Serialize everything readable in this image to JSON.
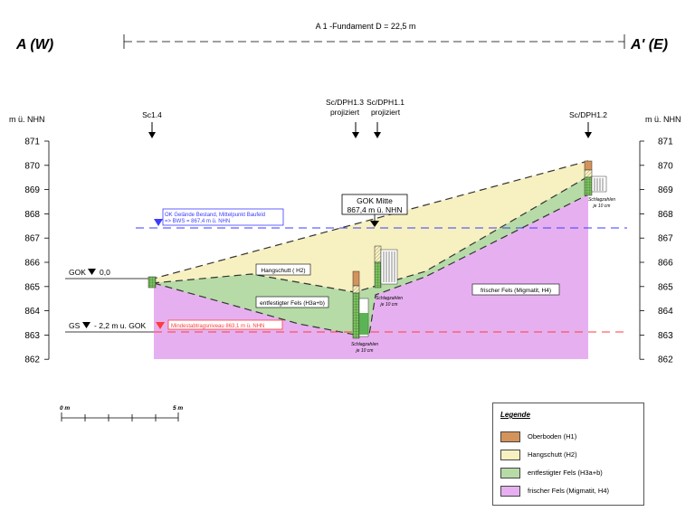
{
  "header": {
    "left_label": "A (W)",
    "right_label": "A' (E)",
    "section_title": "A 1 -Fundament D = 22,5 m"
  },
  "axis": {
    "unit_left": "m ü. NHN",
    "unit_right": "m ü. NHN",
    "ticks": [
      "871",
      "870",
      "869",
      "868",
      "867",
      "866",
      "865",
      "864",
      "863",
      "862"
    ]
  },
  "boreholes": {
    "sc14": "Sc1.4",
    "dph13_l1": "Sc/DPH1.3",
    "dph13_l2": "projiziert",
    "dph11_l1": "Sc/DPH1.1",
    "dph11_l2": "projiziert",
    "dph12": "Sc/DPH1.2"
  },
  "annotations": {
    "gok_mitte_l1": "GOK Mitte",
    "gok_mitte_l2": "867,4 m ü. NHN",
    "bws_l1": "OK Gelände Bestand, Mittelpunkt Baufeld",
    "bws_l2": "=> BWS = 867,4 m ü. NHN",
    "mindest": "Mindestabtragsniveau 863,1 m ü. NHN",
    "gok_left": "GOK",
    "gok_left_val": "0,0",
    "gs_left": "GS",
    "gs_left_val": "- 2,2 m u. GOK",
    "hangschutt": "Hangschutt ( H2)",
    "entfestigter": "entfestigter Fels (H3a+b)",
    "frischer": "frischer Fels (Migmatit, H4)",
    "schlag1_l1": "Schlagzahlen",
    "schlag1_l2": "je 10 cm",
    "schlag2_l1": "Schlagzahlen",
    "schlag2_l2": "je 10 cm",
    "schlag3_l1": "Schlagzahlen",
    "schlag3_l2": "je 10 cm"
  },
  "scale_bar": {
    "start": "0 m",
    "end": "5 m"
  },
  "legend": {
    "title": "Legende",
    "items": [
      {
        "label": "Oberboden (H1)",
        "color": "#d4935a"
      },
      {
        "label": "Hangschutt (H2)",
        "color": "#f7f0c0"
      },
      {
        "label": "entfestigter Fels (H3a+b)",
        "color": "#b6dba6"
      },
      {
        "label": "frischer Fels (Migmatit, H4)",
        "color": "#e6b0f0"
      }
    ]
  },
  "colors": {
    "hangschutt": "#f7f0c0",
    "entfestigt": "#b6dba6",
    "frisch": "#e6b0f0",
    "oberboden": "#d4935a",
    "bws_line": "#3b3bff",
    "mindest_line": "#ff3b3b"
  }
}
